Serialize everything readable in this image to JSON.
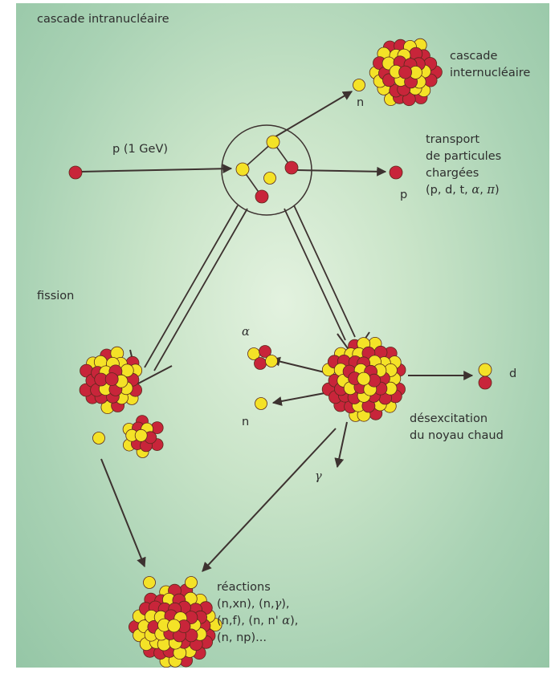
{
  "labels": {
    "title": "cascade intranucléaire",
    "cascade_internucleaire": [
      "cascade",
      "internucléaire"
    ],
    "n_top": "n",
    "incident": "p (1 GeV)",
    "transport": [
      "transport",
      "de particules",
      "chargées"
    ],
    "transport_list": {
      "prefix": "(p, d, t, ",
      "alpha": "α",
      "sep": ", ",
      "pi": "π",
      "suffix": ")"
    },
    "p_out": "p",
    "fission": "fission",
    "alpha": "α",
    "d": "d",
    "n_mid": "n",
    "desexcitation": [
      "désexcitation",
      "du noyau chaud"
    ],
    "gamma": "γ",
    "reactions_title": "réactions",
    "reactions_line1": {
      "a": "(n,xn), (n,",
      "gamma": "γ",
      "b": "),"
    },
    "reactions_line2": {
      "a": "(n,f), (n, n' ",
      "alpha": "α",
      "b": "),"
    },
    "reactions_line3": "(n, np)..."
  },
  "colors": {
    "proton": "#c8253a",
    "neutron": "#f4e227",
    "outline": "#5a2a1c",
    "arrow": "#3d3230",
    "text": "#2e2e2e"
  }
}
